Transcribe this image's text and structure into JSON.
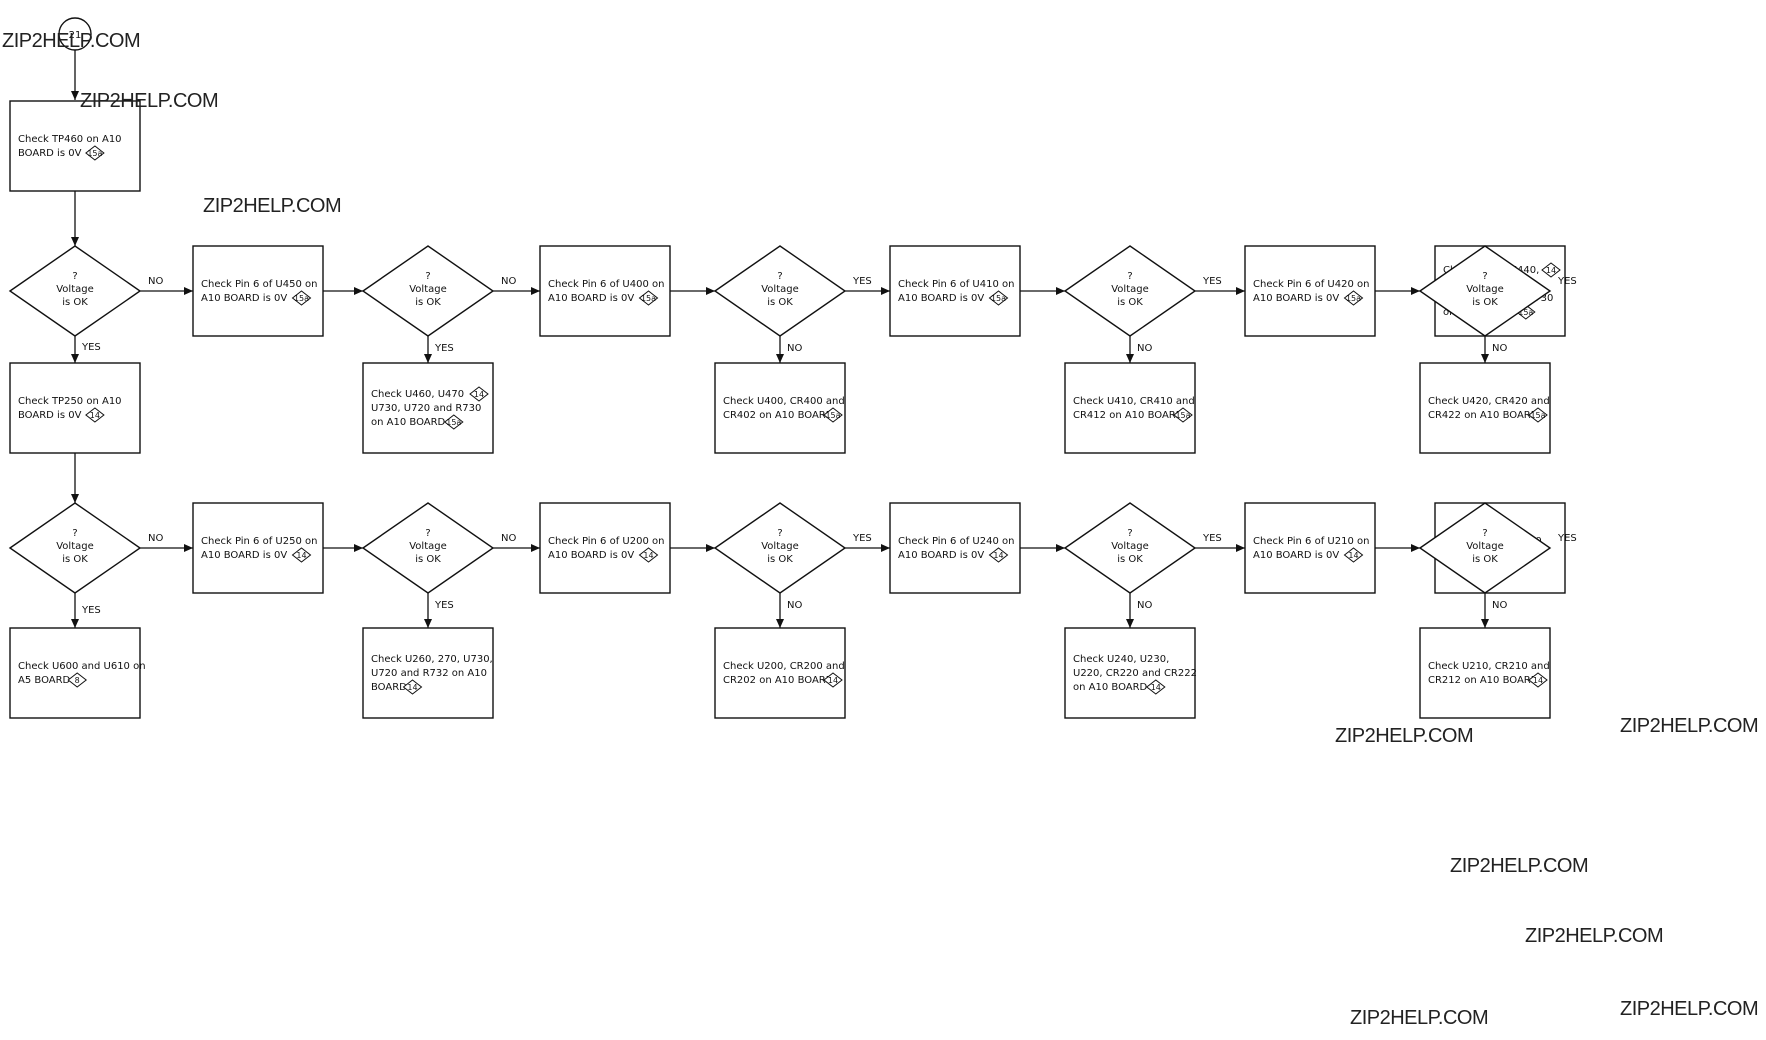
{
  "start_connector": "21",
  "watermarks": [
    "ZIP2HELP.COM",
    "ZIP2HELP.COM",
    "ZIP2HELP.COM",
    "ZIP2HELP.COM",
    "ZIP2HELP.COM",
    "ZIP2HELP.COM",
    "ZIP2HELP.COM",
    "ZIP2HELP.COM",
    "ZIP2HELP.COM"
  ],
  "decision_text": [
    "?",
    "Voltage",
    "is OK"
  ],
  "edge_labels": {
    "yes": "YES",
    "no": "NO"
  },
  "boxes": [
    {
      "id": "b0",
      "lines": [
        "Check TP460 on A10",
        "BOARD is 0V"
      ],
      "ref": "15a"
    },
    {
      "id": "b1",
      "lines": [
        "Check TP250 on A10",
        "BOARD is 0V"
      ],
      "ref": "14"
    },
    {
      "id": "b2",
      "lines": [
        "Check U600 and U610 on",
        "A5 BOARD"
      ],
      "ref": "8"
    },
    {
      "id": "r1",
      "lines": [
        "Check Pin 6 of U450 on",
        "A10 BOARD is 0V"
      ],
      "ref": "15a"
    },
    {
      "id": "r2",
      "lines": [
        "Check Pin 6 of U400 on",
        "A10 BOARD is 0V"
      ],
      "ref": "15a"
    },
    {
      "id": "r3",
      "lines": [
        "Check Pin 6 of U410 on",
        "A10 BOARD is 0V"
      ],
      "ref": "15a"
    },
    {
      "id": "r4",
      "lines": [
        "Check Pin 6 of U420 on",
        "A10 BOARD is 0V"
      ],
      "ref": "15a"
    },
    {
      "id": "r5",
      "lines": [
        "Check U430, U440,",
        "CR650, U450",
        "U730, U720 and R730",
        "on A10 BOARD"
      ],
      "ref": "15a",
      "ref2": "14"
    },
    {
      "id": "s1",
      "lines": [
        "Check U460, U470",
        "U730, U720 and R730",
        "on A10 BOARD"
      ],
      "ref": "15a",
      "ref2": "14"
    },
    {
      "id": "s2",
      "lines": [
        "Check U400, CR400 and",
        "CR402 on A10 BOARD"
      ],
      "ref": "15a"
    },
    {
      "id": "s3",
      "lines": [
        "Check U410, CR410 and",
        "CR412 on A10 BOARD"
      ],
      "ref": "15a"
    },
    {
      "id": "s4",
      "lines": [
        "Check U420, CR420 and",
        "CR422 on A10 BOARD"
      ],
      "ref": "15a"
    },
    {
      "id": "p1",
      "lines": [
        "Check Pin 6 of U250 on",
        "A10 BOARD is 0V"
      ],
      "ref": "14"
    },
    {
      "id": "p2",
      "lines": [
        "Check Pin 6 of U200 on",
        "A10 BOARD is 0V"
      ],
      "ref": "14"
    },
    {
      "id": "p3",
      "lines": [
        "Check Pin 6 of U240 on",
        "A10 BOARD is 0V"
      ],
      "ref": "14"
    },
    {
      "id": "p4",
      "lines": [
        "Check Pin 6 of U210 on",
        "A10 BOARD is 0V"
      ],
      "ref": "14"
    },
    {
      "id": "p5",
      "lines": [
        "Check U260 on A10",
        "BOARD"
      ],
      "ref": "14"
    },
    {
      "id": "q1",
      "lines": [
        "Check U260, 270, U730,",
        "U720 and R732 on A10",
        "BOARD"
      ],
      "ref": "14"
    },
    {
      "id": "q2",
      "lines": [
        "Check U200, CR200 and",
        "CR202 on A10 BOARD"
      ],
      "ref": "14"
    },
    {
      "id": "q3",
      "lines": [
        "Check U240, U230,",
        "U220, CR220 and CR222",
        "on A10 BOARD"
      ],
      "ref": "14"
    },
    {
      "id": "q4",
      "lines": [
        "Check U210, CR210 and",
        "CR212 on A10 BOARD"
      ],
      "ref": "14"
    }
  ]
}
